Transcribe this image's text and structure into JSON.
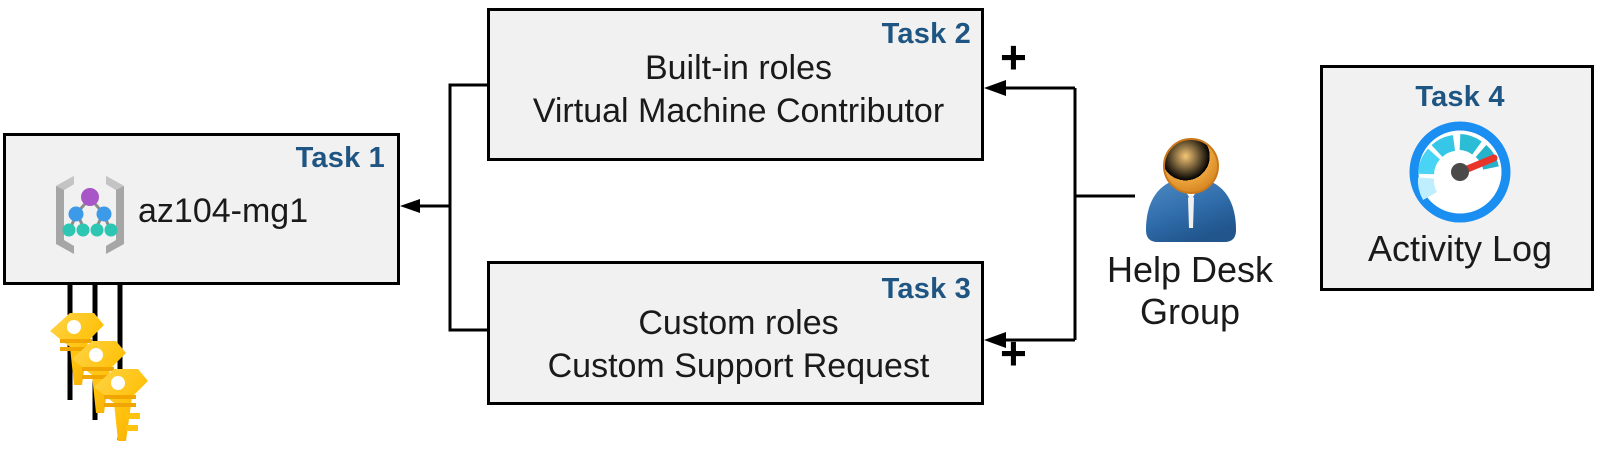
{
  "diagram": {
    "title": "Azure RBAC management group task diagram",
    "colors": {
      "box_fill": "#f1f1f1",
      "box_border": "#000000",
      "task_label": "#1f5582",
      "connector": "#000000",
      "key_gold": "#ffc20e",
      "gauge_ring": "#1b8ef2",
      "gauge_needle": "#e8342a",
      "person_head": "#efa33b",
      "person_body": "#2f6caa",
      "mg_node_top": "#a855c8",
      "mg_node_mid": "#3d9ae8",
      "mg_node_leaf": "#2cc6b3",
      "mg_bracket": "#a6a6a6"
    }
  },
  "tasks": {
    "task1": {
      "label": "Task 1",
      "title": "az104-mg1",
      "icon": "management-group-icon"
    },
    "task2": {
      "label": "Task 2",
      "line1": "Built-in roles",
      "line2": "Virtual Machine Contributor"
    },
    "task3": {
      "label": "Task 3",
      "line1": "Custom roles",
      "line2": "Custom Support Request"
    },
    "task4": {
      "label": "Task 4",
      "title": "Activity Log",
      "icon": "gauge-icon"
    }
  },
  "actors": {
    "help_desk": {
      "line1": "Help Desk",
      "line2": "Group",
      "icon": "user-group-icon"
    },
    "keys": {
      "icon": "keys-icon",
      "count": 3
    }
  },
  "connectors": {
    "plus_top": "+",
    "plus_bottom": "+"
  }
}
